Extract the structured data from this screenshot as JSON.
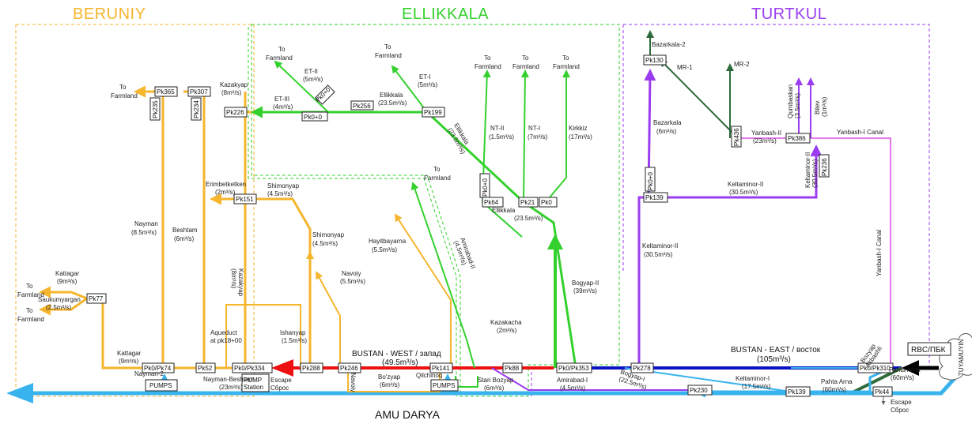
{
  "regions": {
    "beruniy": "BERUNIY",
    "ellikkala": "ELLIKKALA",
    "turtkul": "TURTKUL"
  },
  "colors": {
    "beruniy": "#f5b52c",
    "ellikkala": "#34d12e",
    "turtkul": "#9b3cf0",
    "river": "#38b3ee",
    "bustan_west": "#ee1111",
    "bustan_east": "#0b13c4",
    "dark_green": "#2e6b3c",
    "magenta": "#dd4ee6",
    "black": "#000000"
  },
  "river": {
    "label": "AMU DARYA"
  },
  "source": {
    "label": "TUYAMUYIN",
    "rbc_label": "RBC/ПБК"
  },
  "nodes": {
    "pk0_pk310": "Pk0/Pk310",
    "pk278": "Pk278",
    "pk0_pk353": "Pk0/Pk353",
    "pk88": "Pk88",
    "pk141": "Pk141",
    "pk246": "Pk246",
    "pk288": "Pk288",
    "pk0_pk334": "Pk0/Pk334",
    "pk52": "Pk52",
    "pk0_pk74": "Pk0/Pk74",
    "pk77": "Pk77",
    "pk151": "Pk151",
    "pk226": "Pk226",
    "pk365": "Pk365",
    "pk307": "Pk307",
    "pk235": "Pk235",
    "pk234": "Pk234",
    "pk0_0a": "Pk0+0",
    "pk0_0b": "Pk0+0",
    "pk256": "Pk256",
    "pk199": "Pk199",
    "pk64": "Pk64",
    "pk21": "Pk21",
    "pk0_ell": "Pk0",
    "pk0_0c": "Pk0+0",
    "pk139_t": "Pk139",
    "pk130": "Pk130",
    "pk436": "Pk436",
    "pk386": "Pk386",
    "pk236": "Pk236",
    "pk0_0d": "Pk0+0",
    "pk230": "Pk230",
    "pk139_b": "Pk139",
    "pk44": "Pk44"
  },
  "pumps": {
    "nayman2": "PUMPS",
    "station1": "PUMP",
    "station2": "Station",
    "qilchinoq": "PUMPS"
  },
  "labels": {
    "bustan_west": "BUSTAN - WEST / запад",
    "bustan_west_flow": "(49.5m³/s)",
    "bustan_east": "BUSTAN - EAST / восток",
    "bustan_east_flow": "(105m³/s)",
    "to_farmland_to": "To",
    "to_farmland_fl": "Farmland",
    "kattagar": "Kattagar",
    "kattagar_9": "(9m³/s)",
    "saukumyargan": "Saukumyargan",
    "saukumyargan_flow": "(2.5m³/s)",
    "nayman": "Nayman",
    "nayman_flow": "(8.5m³/s)",
    "beshtam": "Beshtam",
    "beshtam_flow": "(6m³/s)",
    "kazakyap": "Kazakyap",
    "kazakyap_flow": "(8m³/s)",
    "erimbetketken": "Erimbetketken",
    "erimbetketken_flow": "(2m³/s)",
    "shimonyap": "Shimonyap",
    "shimonyap_flow": "(4.5m³/s)",
    "navoiy": "Navoiy",
    "navoiy_flow": "(5.5m³/s)",
    "hayitbayarna": "Hayitbayarna",
    "hayitbayarna_flow": "(5.5m³/s)",
    "aqueduct": "Aqueduct",
    "aqueduct_pk": "at pk18+00",
    "ishanyap": "Ishanyap",
    "ishanyap_flow": "(1.5m³/s)",
    "nayman_beshtam": "Nayman-Beshtam",
    "nayman_beshtam_flow": "(23m³/s)",
    "escape": "Escape",
    "escape_ru": "Сброс",
    "navoiy_v": "Navoiy",
    "bozyap": "Bo'zyap",
    "bozyap_flow": "(6m³/s)",
    "nayman2": "Nayman-2",
    "qilchinoq": "Qilchinoq",
    "stari_bozyap": "Stari Bozyap",
    "stari_bozyap_flow": "(6m³/s)",
    "et_ii": "ET-II",
    "et_ii_flow": "(5m³/s)",
    "et_iii": "ET-III",
    "et_iii_flow": "(4m³/s)",
    "ellikkala": "Ellikkala",
    "ellikkala_flow": "(23.5m³/s)",
    "et_i": "ET-I",
    "et_i_flow": "(5m³/s)",
    "nt_ii": "NT-II",
    "nt_ii_flow": "(1.5m³/s)",
    "nt_i": "NT-I",
    "nt_i_flow": "(7m³/s)",
    "kirkkiz": "Kirkkiz",
    "kirkkiz_flow": "(17m³/s)",
    "kazakacha": "Kazakacha",
    "kazakacha_flow": "(2m³/s)",
    "bogyap_ii": "Bogyap-II",
    "bogyap_ii_flow": "(39m³/s)",
    "amirabad_i": "Amirabad-I",
    "amirabad_i_flow": "(4.5m³/s)",
    "amirabad_ii": "Amirabad-II",
    "amirabad_ii_flow": "(4.5m³/s)",
    "bogyap_i": "Bogyap-I",
    "bogyap_i_flow": "(22.5m³/s)",
    "keltaminor_i": "Keltaminor-I",
    "keltaminor_i_flow": "(17.5m³/s)",
    "keltaminor_ii": "Keltaminor-II",
    "keltaminor_ii_flow": "(30.5m³/s)",
    "pahta_arna": "Pahta Arna",
    "pahta_arna_flow": "(60m³/s)",
    "bozyap_akbashli": "Bozyap",
    "akbashli": "Akbashli",
    "yanbash_i_canal": "Yanbash-I Canal",
    "yanbash_ii": "Yanbash-II",
    "yanbash_ii_flow": "(23m³/s)",
    "bazarkala": "Bazarkala",
    "bazarkala_flow": "(6m³/s)",
    "bazarkala2": "Bazarkala-2",
    "mr1": "MR-1",
    "mr2": "MR-2",
    "qumbaskan": "Qumbaskan",
    "qumbaskan_flow": "(3.5m³/s)",
    "bilev": "Bilev",
    "bilev_flow": "(1m³/s)",
    "keltaminor_ii_v": "Keltaminor-II",
    "keltaminor_ii_v_flow": "(30.5m³/s)"
  }
}
